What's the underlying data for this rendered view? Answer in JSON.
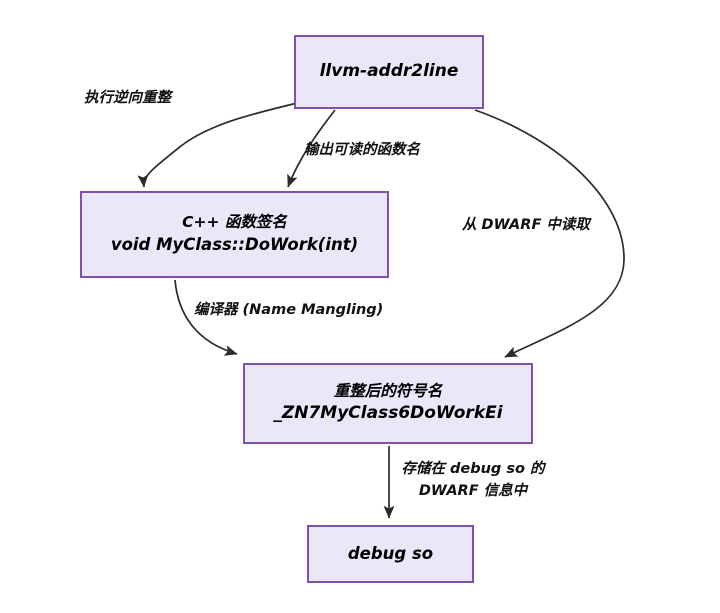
{
  "diagram": {
    "title": "C++ symbol name mangling and demangling flow",
    "type": "flowchart",
    "colors": {
      "node_fill": "#ece6f9",
      "node_border": "#7c51b0",
      "edge_stroke": "#2b2b2b",
      "text": "#000000",
      "background": "#ffffff"
    },
    "nodes": [
      {
        "id": "addr2line",
        "lines": [
          "llvm-addr2line"
        ]
      },
      {
        "id": "signature",
        "lines": [
          "C++ 函数签名",
          "void MyClass::DoWork(int)"
        ]
      },
      {
        "id": "mangled",
        "lines": [
          "重整后的符号名",
          "_ZN7MyClass6DoWorkEi"
        ]
      },
      {
        "id": "debugso",
        "lines": [
          "debug so"
        ]
      }
    ],
    "edges": [
      {
        "id": "demangle",
        "from": "addr2line",
        "to": "signature",
        "label": "执行逆向重整"
      },
      {
        "id": "readable",
        "from": "addr2line",
        "to": "signature",
        "label": "输出可读的函数名"
      },
      {
        "id": "dwarf",
        "from": "addr2line",
        "to": "mangled",
        "label": "从 DWARF 中读取"
      },
      {
        "id": "mangling",
        "from": "signature",
        "to": "mangled",
        "label": "编译器 (Name Mangling)"
      },
      {
        "id": "store",
        "from": "mangled",
        "to": "debugso",
        "label_line_1": "存储在 debug so 的",
        "label_line_2": "DWARF 信息中"
      }
    ]
  }
}
